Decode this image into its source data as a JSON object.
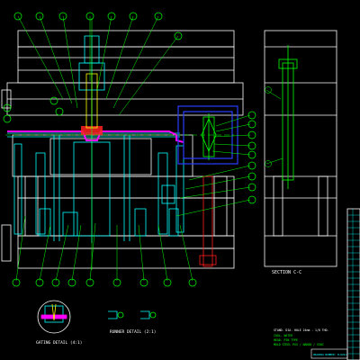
{
  "colors": {
    "background": "#000000",
    "outline": "#ffffff",
    "green": "#00ff00",
    "cyan": "#00ffff",
    "magenta": "#ff00ff",
    "red": "#ff2020",
    "yellow": "#ffff00",
    "blue": "#2a3cff"
  },
  "labels": {
    "section_view": "SECTION C-C",
    "gating_detail": "GATING DETAIL (4:1)",
    "runner_detail": "RUNNER DETAIL (2:1)",
    "note_1": "STAND. DIA. HOLE 24mm - 1/8 THD.",
    "note_2": "COOL. WATER",
    "note_3": "HEAD. PIN TYPE",
    "note_4": "MOLD STEEL PX5 / NAK80 / S50C",
    "drawing_no": "DRAWING NUMBER: M-0221"
  },
  "callouts_top_count": 8,
  "callouts_right_count": 9,
  "callouts_bottom_count": 9,
  "title_block_rows": 24
}
